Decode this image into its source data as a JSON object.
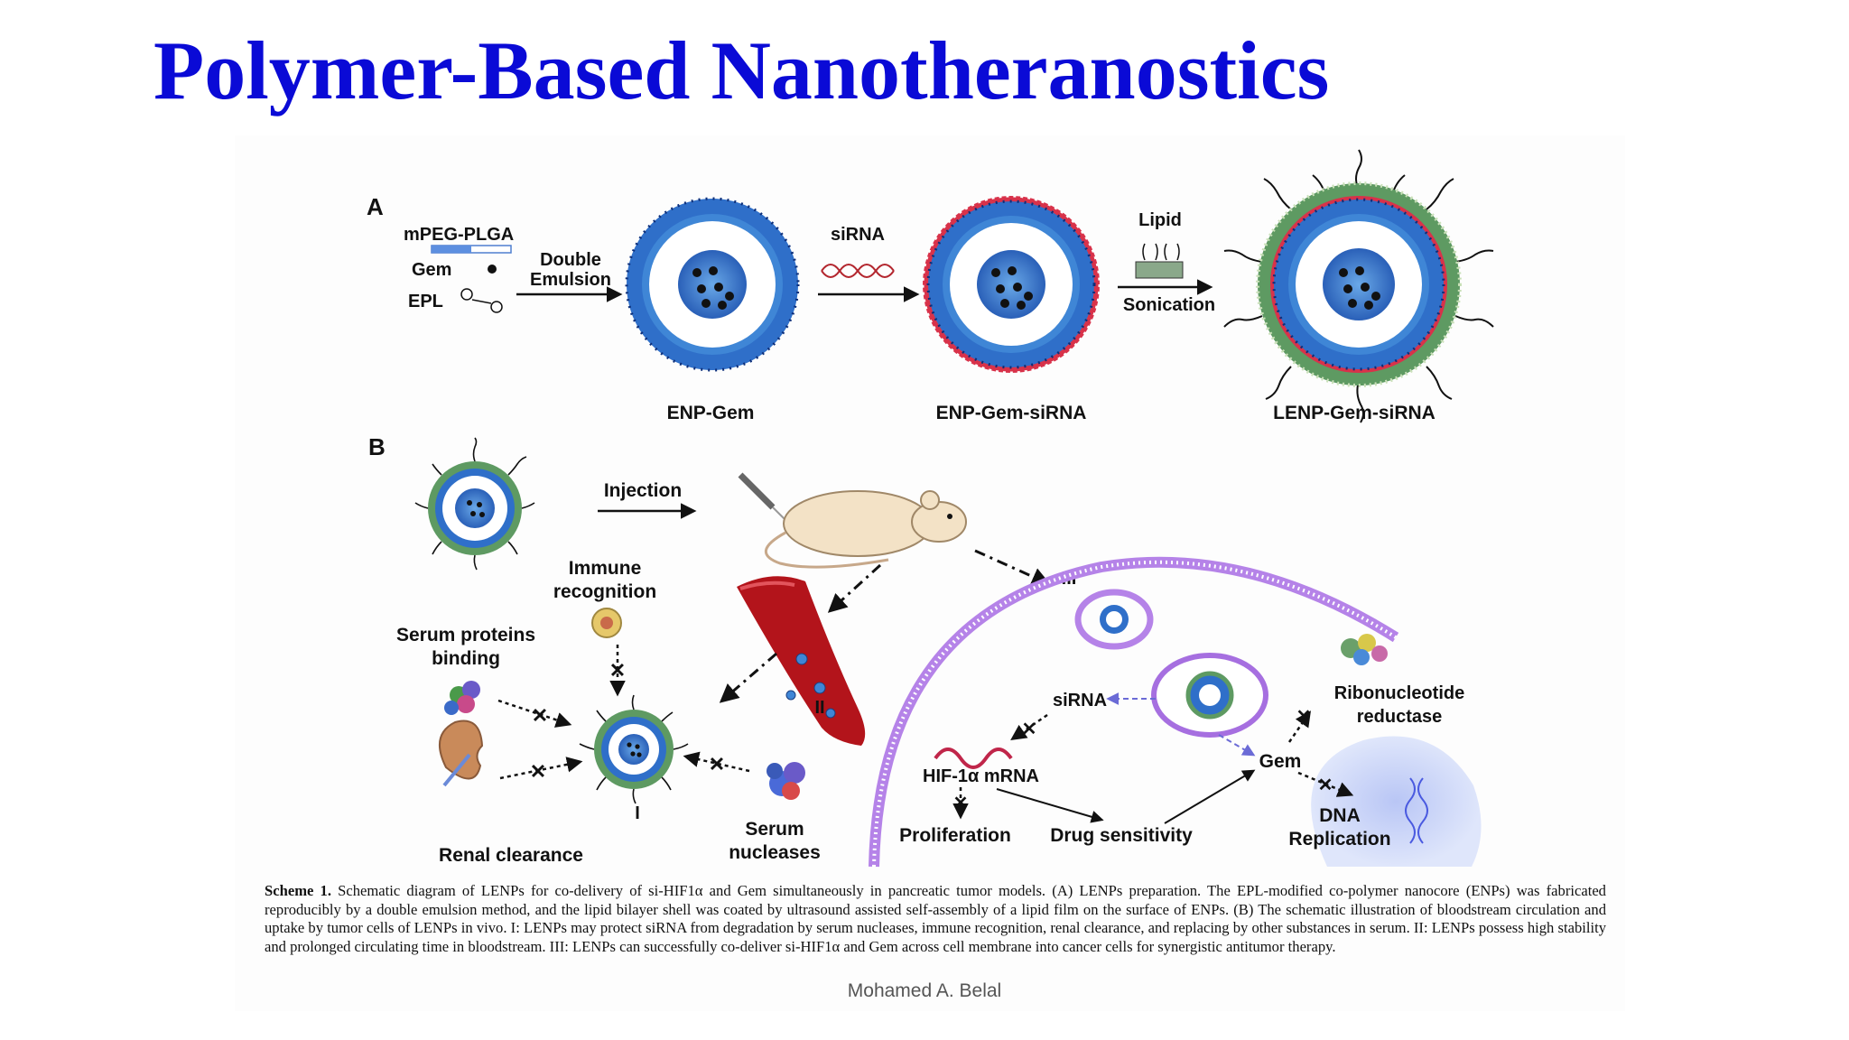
{
  "slide": {
    "title": "Polymer-Based Nanotheranostics",
    "author": "Mohamed A. Belal"
  },
  "panel_a": {
    "letter": "A",
    "inputs": [
      "mPEG-PLGA",
      "Gem",
      "EPL"
    ],
    "step1": "Double Emulsion",
    "step2": "siRNA",
    "step3_top": "Lipid",
    "step3_bottom": "Sonication",
    "products": [
      "ENP-Gem",
      "ENP-Gem-siRNA",
      "LENP-Gem-siRNA"
    ]
  },
  "panel_b": {
    "letter": "B",
    "injection": "Injection",
    "immune": "Immune recognition",
    "serum_proteins": "Serum proteins binding",
    "renal": "Renal clearance",
    "nucleases": "Serum nucleases",
    "roman": [
      "I",
      "II",
      "III"
    ],
    "sirna": "siRNA",
    "hif": "HIF-1α mRNA",
    "proliferation": "Proliferation",
    "drug": "Drug sensitivity",
    "gem": "Gem",
    "ribo": "Ribonucleotide reductase",
    "dna": "DNA Replication"
  },
  "caption": {
    "label": "Scheme 1.",
    "text": "Schematic diagram of LENPs for co-delivery of si-HIF1α and Gem simultaneously in pancreatic tumor models. (A) LENPs preparation. The EPL-modified co-polymer nanocore (ENPs) was fabricated reproducibly by a double emulsion method, and the lipid bilayer shell was coated by ultrasound assisted self-assembly of a lipid film on the surface of ENPs. (B) The schematic illustration of bloodstream circulation and uptake by tumor cells of LENPs in vivo. I: LENPs may protect siRNA from degradation by serum nucleases, immune recognition, renal clearance, and replacing by other substances in serum. II: LENPs possess high stability and prolonged circulating time in bloodstream. III: LENPs can successfully co-deliver si-HIF1α and Gem across cell membrane into cancer cells for synergistic antitumor therapy."
  },
  "colors": {
    "title": "#0a0ad6",
    "shell_blue": "#2f6fc9",
    "lipid_green": "#6aa06a",
    "membrane_purple": "#a66fe0",
    "vessel_red": "#b3141b"
  }
}
